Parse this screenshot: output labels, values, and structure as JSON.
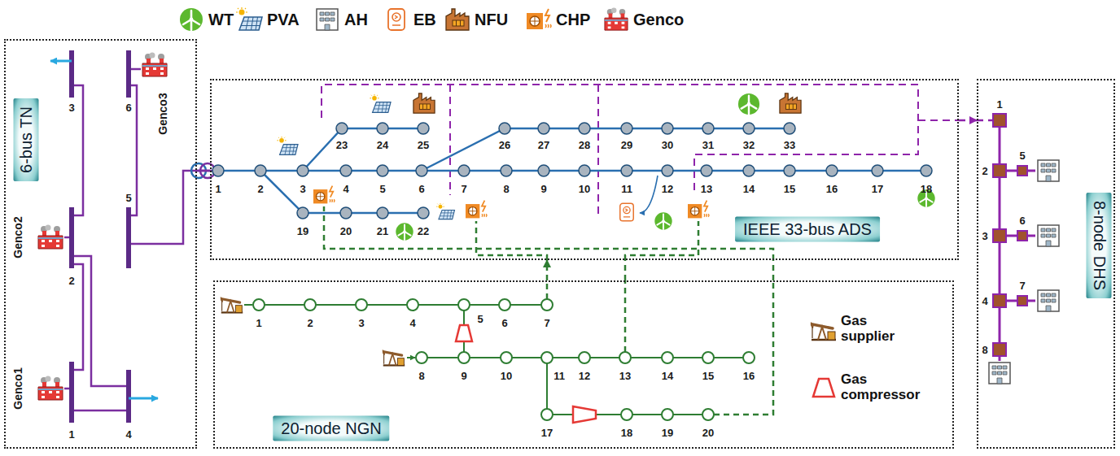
{
  "diagram": {
    "nodes": [
      {
        "text": [
          "6-bus TN"
        ]
      },
      {
        "text": [
          "IEEE 33-bus ADS"
        ]
      },
      {
        "text": [
          "20-node NGN"
        ]
      },
      {
        "text": [
          "8-node DHS"
        ]
      }
    ],
    "edges": [
      {
        "from": 0,
        "to": 1,
        "arrow": "none"
      },
      {
        "from": 2,
        "to": 1,
        "arrow": "to"
      },
      {
        "from": 2,
        "to": 1,
        "arrow": "none"
      },
      {
        "from": 2,
        "to": 1,
        "arrow": "none"
      },
      {
        "from": 1,
        "to": 3,
        "arrow": "to"
      }
    ],
    "labels": [
      "3",
      "6",
      "Genco3",
      "2",
      "5",
      "Genco2",
      "Genco1",
      "1",
      "4",
      "1",
      "2",
      "3",
      "4",
      "5",
      "6",
      "7",
      "8",
      "9",
      "10",
      "11",
      "12",
      "13",
      "14",
      "15",
      "16",
      "17",
      "18",
      "19",
      "20",
      "21",
      "22",
      "23",
      "24",
      "25",
      "26",
      "27",
      "28",
      "29",
      "30",
      "31",
      "32",
      "33",
      "1",
      "2",
      "3",
      "4",
      "5",
      "6",
      "7",
      "8",
      "9",
      "10",
      "11",
      "12",
      "13",
      "14",
      "15",
      "16",
      "17",
      "18",
      "19",
      "20",
      "1",
      "2",
      "3",
      "4",
      "5",
      "6",
      "7",
      "8"
    ],
    "legend": [
      {
        "text": "WT"
      },
      {
        "text": "PVA"
      },
      {
        "text": "AH"
      },
      {
        "text": "EB"
      },
      {
        "text": "NFU"
      },
      {
        "text": "CHP"
      },
      {
        "text": "Genco"
      },
      {
        "text": "Gas supplier"
      },
      {
        "text": "Gas compressor"
      }
    ]
  }
}
